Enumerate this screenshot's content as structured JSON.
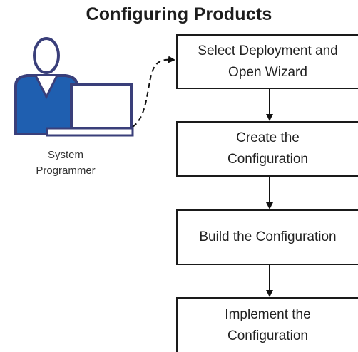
{
  "title": "Configuring Products",
  "actor": {
    "role_line1": "System",
    "role_line2": "Programmer",
    "icon": "user-with-laptop-icon"
  },
  "steps": [
    {
      "line1": "Select Deployment and",
      "line2": "Open Wizard"
    },
    {
      "line1": "Create the",
      "line2": "Configuration"
    },
    {
      "line1": "Build the Configuration",
      "line2": ""
    },
    {
      "line1": "Implement the",
      "line2": "Configuration"
    }
  ],
  "colors": {
    "person_body": "#1f5fb0",
    "person_outline": "#3a3f7a",
    "arrow": "#111111"
  }
}
